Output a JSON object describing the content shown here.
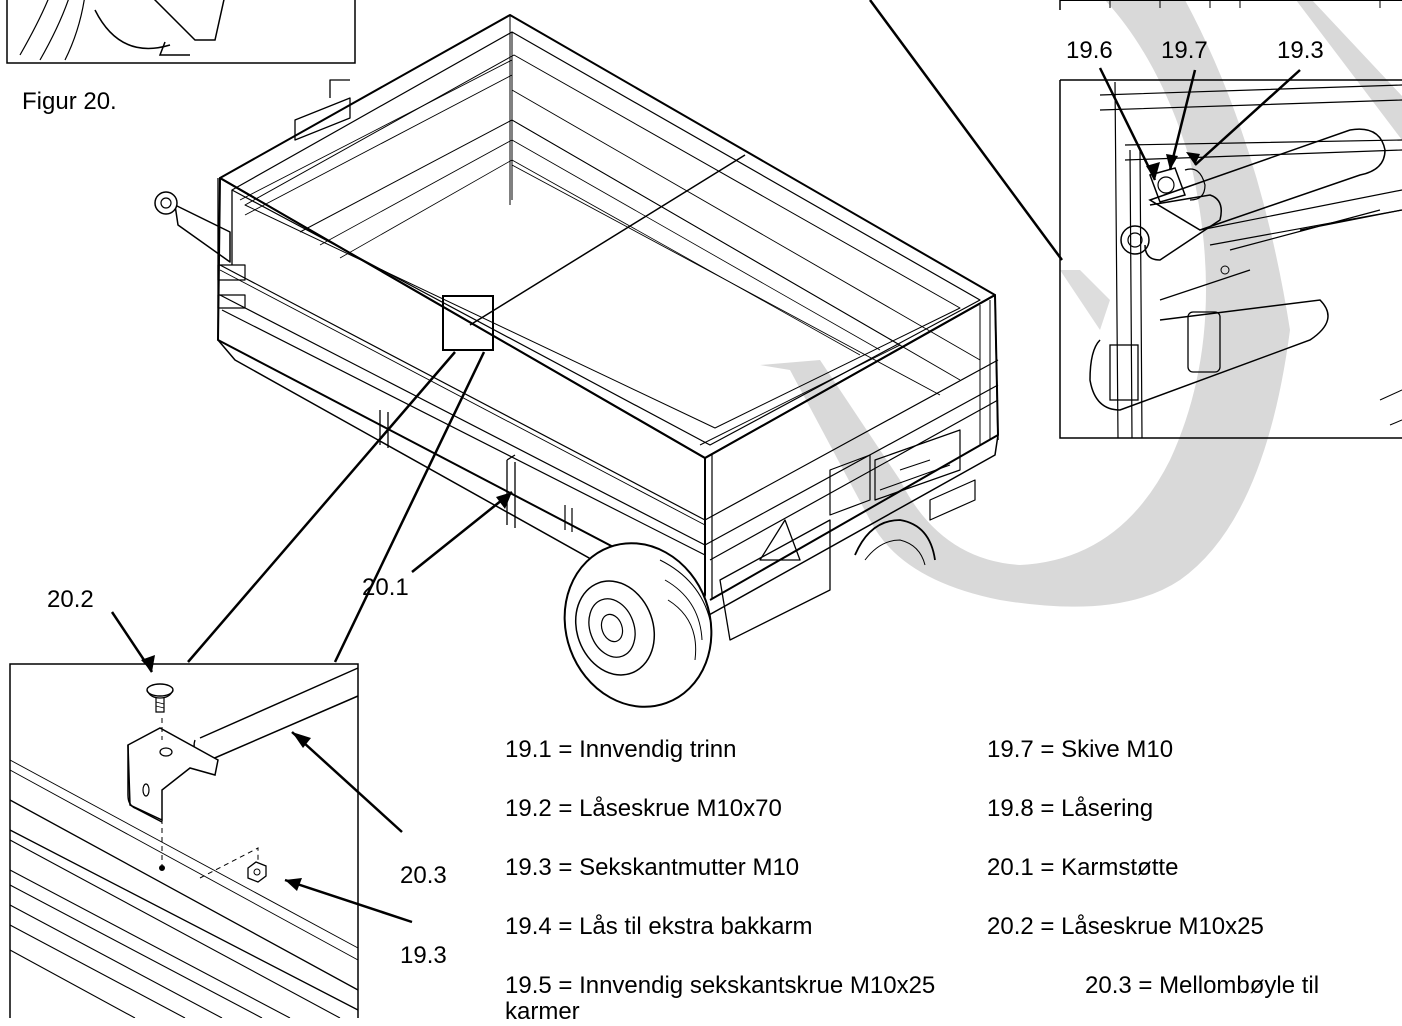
{
  "figure_caption": "Figur 20.",
  "callouts": {
    "c196": "19.6",
    "c197": "19.7",
    "c193_top": "19.3",
    "c201": "20.1",
    "c202": "20.2",
    "c203": "20.3",
    "c193_bottom": "19.3"
  },
  "legend_left": [
    "19.1 = Innvendig trinn",
    "19.2 = Låseskrue M10x70",
    "19.3 = Sekskantmutter M10",
    "19.4 = Lås til ekstra bakkarm"
  ],
  "legend_right": [
    "19.7 = Skive M10",
    "19.8 = Låsering",
    "20.1 = Karmstøtte",
    "20.2 = Låseskrue M10x25"
  ],
  "legend_last": {
    "left": "19.5 = Innvendig sekskantskrue M10x25",
    "right": "20.3 = Mellombøyle til",
    "continuation": "karmer"
  },
  "colors": {
    "watermark": "#d9d9d9",
    "line": "#000000",
    "background": "#ffffff"
  }
}
